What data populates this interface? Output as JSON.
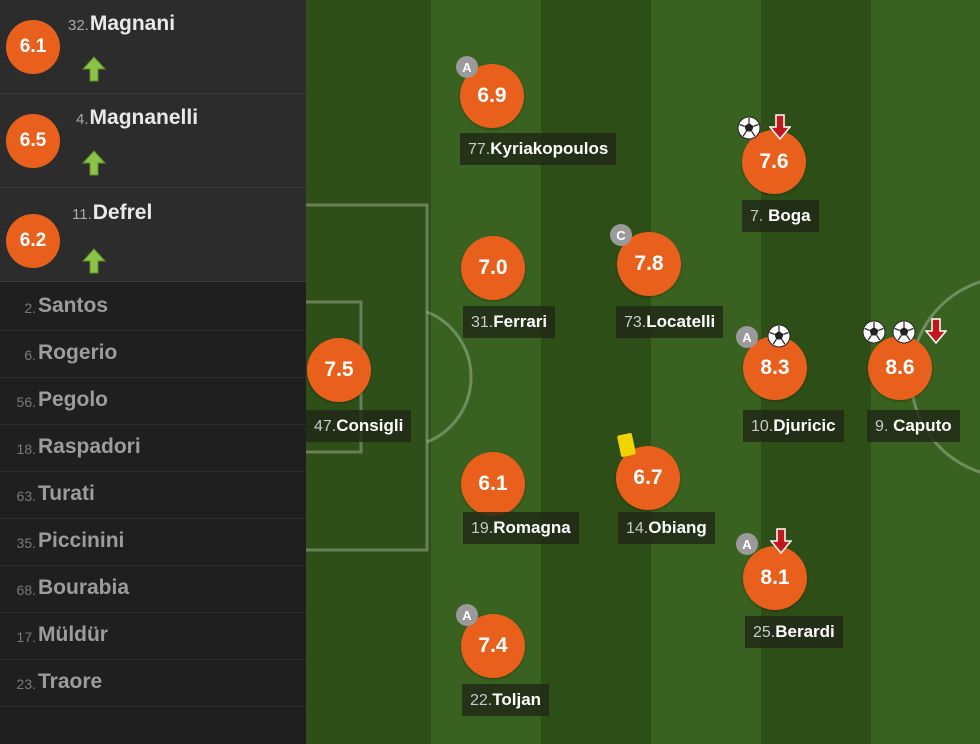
{
  "colors": {
    "rating_bg": "#e8601c",
    "pitch_dark": "#2c4a16",
    "pitch_light": "#386020",
    "up_arrow": "#8bc34a",
    "down_arrow": "#c0181e",
    "yellow_card": "#f1d300"
  },
  "substitutes_on": [
    {
      "rating": "6.1",
      "number": "32.",
      "name": "Magnani",
      "icon": "arrow-up-icon"
    },
    {
      "rating": "6.5",
      "number": "4.",
      "name": "Magnanelli",
      "icon": "arrow-up-icon"
    },
    {
      "rating": "6.2",
      "number": "11.",
      "name": "Defrel",
      "icon": "arrow-up-icon"
    }
  ],
  "bench": [
    {
      "number": "2.",
      "name": "Santos"
    },
    {
      "number": "6.",
      "name": "Rogerio"
    },
    {
      "number": "56.",
      "name": "Pegolo"
    },
    {
      "number": "18.",
      "name": "Raspadori"
    },
    {
      "number": "63.",
      "name": "Turati"
    },
    {
      "number": "35.",
      "name": "Piccinini"
    },
    {
      "number": "68.",
      "name": "Bourabia"
    },
    {
      "number": "17.",
      "name": "Müldür"
    },
    {
      "number": "23.",
      "name": "Traore"
    }
  ],
  "players": [
    {
      "rating": "6.9",
      "number": "77.",
      "name": "Kyriakopoulos",
      "badge": "A"
    },
    {
      "rating": "7.6",
      "number": "7.",
      "name": "Boga",
      "icons": [
        "ball-icon",
        "arrow-down-icon"
      ]
    },
    {
      "rating": "7.0",
      "number": "31.",
      "name": "Ferrari"
    },
    {
      "rating": "7.8",
      "number": "73.",
      "name": "Locatelli",
      "badge": "C"
    },
    {
      "rating": "7.5",
      "number": "47.",
      "name": "Consigli"
    },
    {
      "rating": "8.3",
      "number": "10.",
      "name": "Djuricic",
      "badge": "A",
      "icons": [
        "ball-icon"
      ]
    },
    {
      "rating": "8.6",
      "number": "9.",
      "name": "Caputo",
      "icons": [
        "ball-icon",
        "ball-icon",
        "arrow-down-icon"
      ]
    },
    {
      "rating": "6.1",
      "number": "19.",
      "name": "Romagna"
    },
    {
      "rating": "6.7",
      "number": "14.",
      "name": "Obiang",
      "icons": [
        "yellow-card-icon"
      ]
    },
    {
      "rating": "8.1",
      "number": "25.",
      "name": "Berardi",
      "badge": "A",
      "icons": [
        "arrow-down-icon"
      ]
    },
    {
      "rating": "7.4",
      "number": "22.",
      "name": "Toljan",
      "badge": "A"
    }
  ]
}
